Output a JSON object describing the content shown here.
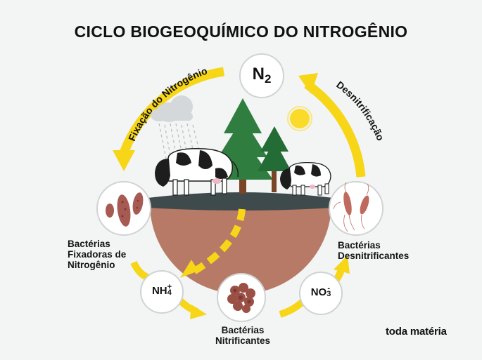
{
  "title": "CICLO BIOGEOQUÍMICO DO NITROGÊNIO",
  "nodes": {
    "n2": {
      "label": "N",
      "sub": "2"
    },
    "nh4": {
      "label": "NH",
      "sup": "+",
      "sub": "4"
    },
    "no3": {
      "label": "NO",
      "sup": "-",
      "sub": "3"
    }
  },
  "arcs": {
    "fixation": "Fixação do Nitrogênio",
    "denitrification": "Desnitrificação"
  },
  "labels": {
    "fixing": [
      "Bactérias",
      "Fixadoras de",
      "Nitrogênio"
    ],
    "denitrifying": [
      "Bactérias",
      "Desnitrificantes"
    ],
    "nitrifying": [
      "Bactérias",
      "Nitrificantes"
    ]
  },
  "brand": "toda matéria",
  "colors": {
    "arrow": "#f6d617",
    "soil": "#b77a66",
    "ground": "#3f4a4d",
    "tree": "#2f7d3f",
    "trunk": "#7a4426",
    "sun": "#fadb2a"
  }
}
